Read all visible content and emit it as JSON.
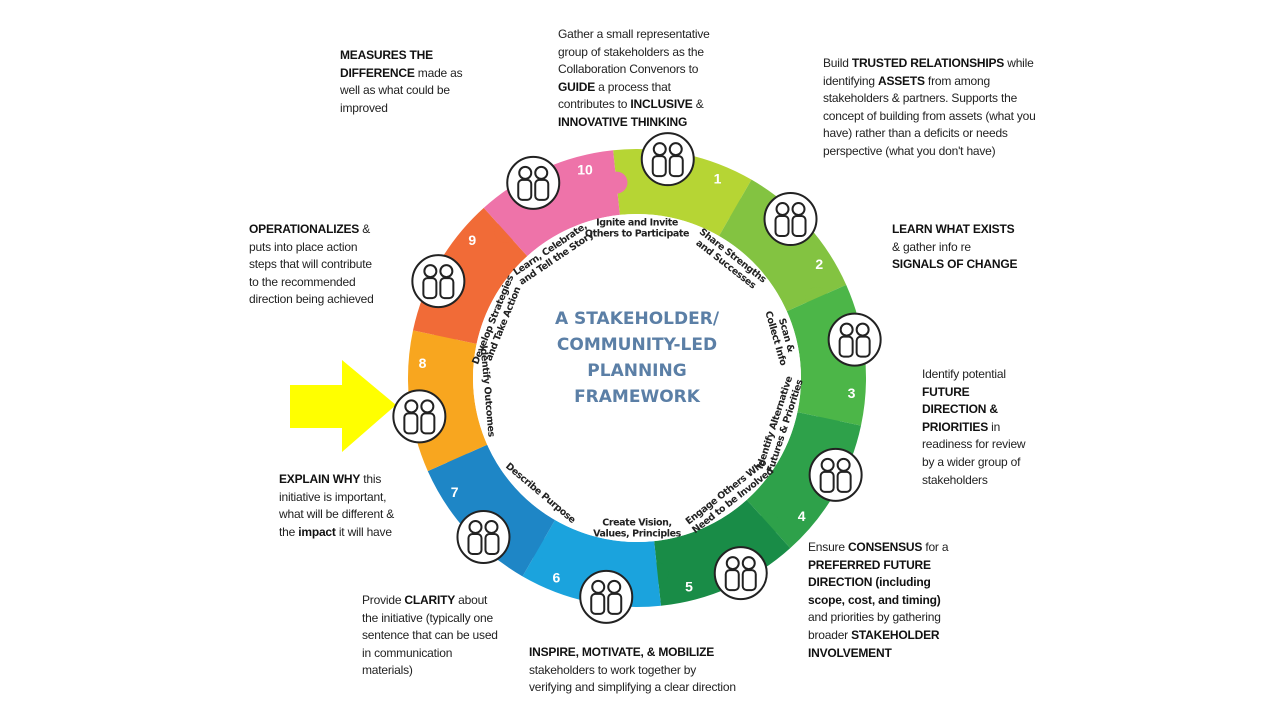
{
  "title": [
    "A STAKEHOLDER/",
    "COMMUNITY-LED",
    "PLANNING",
    "FRAMEWORK"
  ],
  "colors": {
    "title": "#5b7fa6",
    "arrow": "#ffff00",
    "segments": [
      "#b6d534",
      "#83c341",
      "#4cb648",
      "#2ea14a",
      "#198c47",
      "#1ba3dd",
      "#1e86c6",
      "#f8a61f",
      "#f16b37",
      "#ee73a9"
    ]
  },
  "segments": [
    {
      "number": "1",
      "label": [
        "Ignite and Invite",
        "Others to Participate"
      ],
      "icon": "torch-group-icon"
    },
    {
      "number": "2",
      "label": [
        "Share Strengths",
        "and Successes"
      ],
      "icon": "weightlifting-group-icon"
    },
    {
      "number": "3",
      "label": [
        "Scan &",
        "Collect Info"
      ],
      "icon": "magnifying-glass-icon"
    },
    {
      "number": "4",
      "label": [
        "Identify Alternative",
        "Futures & Priorities"
      ],
      "icon": "presentation-board-icon"
    },
    {
      "number": "5",
      "label": [
        "Engage Others Who",
        "Need to be Involved"
      ],
      "icon": "broadcast-group-icon"
    },
    {
      "number": "6",
      "label": [
        "Create Vision,",
        "Values, Principles"
      ],
      "icon": "checkmark-thought-icon"
    },
    {
      "number": "7",
      "label": [
        "Describe Purpose"
      ],
      "icon": "megaphone-icon"
    },
    {
      "number": "8",
      "label": [
        "Identify Outcomes"
      ],
      "icon": "question-board-icon"
    },
    {
      "number": "9",
      "label": [
        "Develop Strategies",
        "and Take Action"
      ],
      "icon": "arrow-push-icon"
    },
    {
      "number": "10",
      "label": [
        "Learn, Celebrate,",
        "and Tell the Story"
      ],
      "icon": "open-book-icon"
    }
  ],
  "notes": {
    "measures": [
      {
        "t": "MEASURES THE DIFFERENCE",
        "b": true
      },
      {
        "t": " made as well as what could be improved",
        "b": false
      }
    ],
    "gather": [
      {
        "t": "Gather a small representative group of stakeholders as the Collaboration Convenors to ",
        "b": false
      },
      {
        "t": "GUIDE",
        "b": true
      },
      {
        "t": " a process that contributes to ",
        "b": false
      },
      {
        "t": "INCLUSIVE",
        "b": true
      },
      {
        "t": " & ",
        "b": false
      },
      {
        "t": "INNOVATIVE THINKING",
        "b": true
      }
    ],
    "build": [
      {
        "t": "Build ",
        "b": false
      },
      {
        "t": "TRUSTED RELATIONSHIPS",
        "b": true
      },
      {
        "t": " while identifying ",
        "b": false
      },
      {
        "t": "ASSETS",
        "b": true
      },
      {
        "t": " from among stakeholders & partners. Supports the concept of building from assets (what you have) rather than a deficits or needs perspective (what you don't have)",
        "b": false
      }
    ],
    "learn": [
      {
        "t": "LEARN WHAT EXISTS",
        "b": true
      },
      {
        "t": " & gather info re ",
        "b": false
      },
      {
        "t": "SIGNALS OF CHANGE",
        "b": true
      }
    ],
    "identify": [
      {
        "t": "Identify potential ",
        "b": false
      },
      {
        "t": "FUTURE DIRECTION & PRIORITIES",
        "b": true
      },
      {
        "t": " in readiness for review by a wider group of stakeholders",
        "b": false
      }
    ],
    "ensure": [
      {
        "t": "Ensure ",
        "b": false
      },
      {
        "t": "CONSENSUS",
        "b": true
      },
      {
        "t": " for a ",
        "b": false
      },
      {
        "t": "PREFERRED FUTURE DIRECTION (including scope, cost, and timing)",
        "b": true
      },
      {
        "t": " and priorities by gathering broader ",
        "b": false
      },
      {
        "t": "STAKEHOLDER INVOLVEMENT",
        "b": true
      }
    ],
    "inspire": [
      {
        "t": "INSPIRE, MOTIVATE, & MOBILIZE",
        "b": true
      },
      {
        "t": " stakeholders to work together by verifying and simplifying a clear direction",
        "b": false
      }
    ],
    "clarity": [
      {
        "t": "Provide ",
        "b": false
      },
      {
        "t": "CLARITY",
        "b": true
      },
      {
        "t": " about the initiative (typically one sentence that can be used in communication materials)",
        "b": false
      }
    ],
    "explain": [
      {
        "t": "EXPLAIN WHY",
        "b": true
      },
      {
        "t": " this initiative is important, what will be different & the ",
        "b": false
      },
      {
        "t": "impact",
        "b": true
      },
      {
        "t": " it will have",
        "b": false
      }
    ],
    "operationalizes": [
      {
        "t": "OPERATIONALIZES",
        "b": true
      },
      {
        "t": " & puts into place action steps that will contribute to the recommended direction being achieved",
        "b": false
      }
    ]
  }
}
